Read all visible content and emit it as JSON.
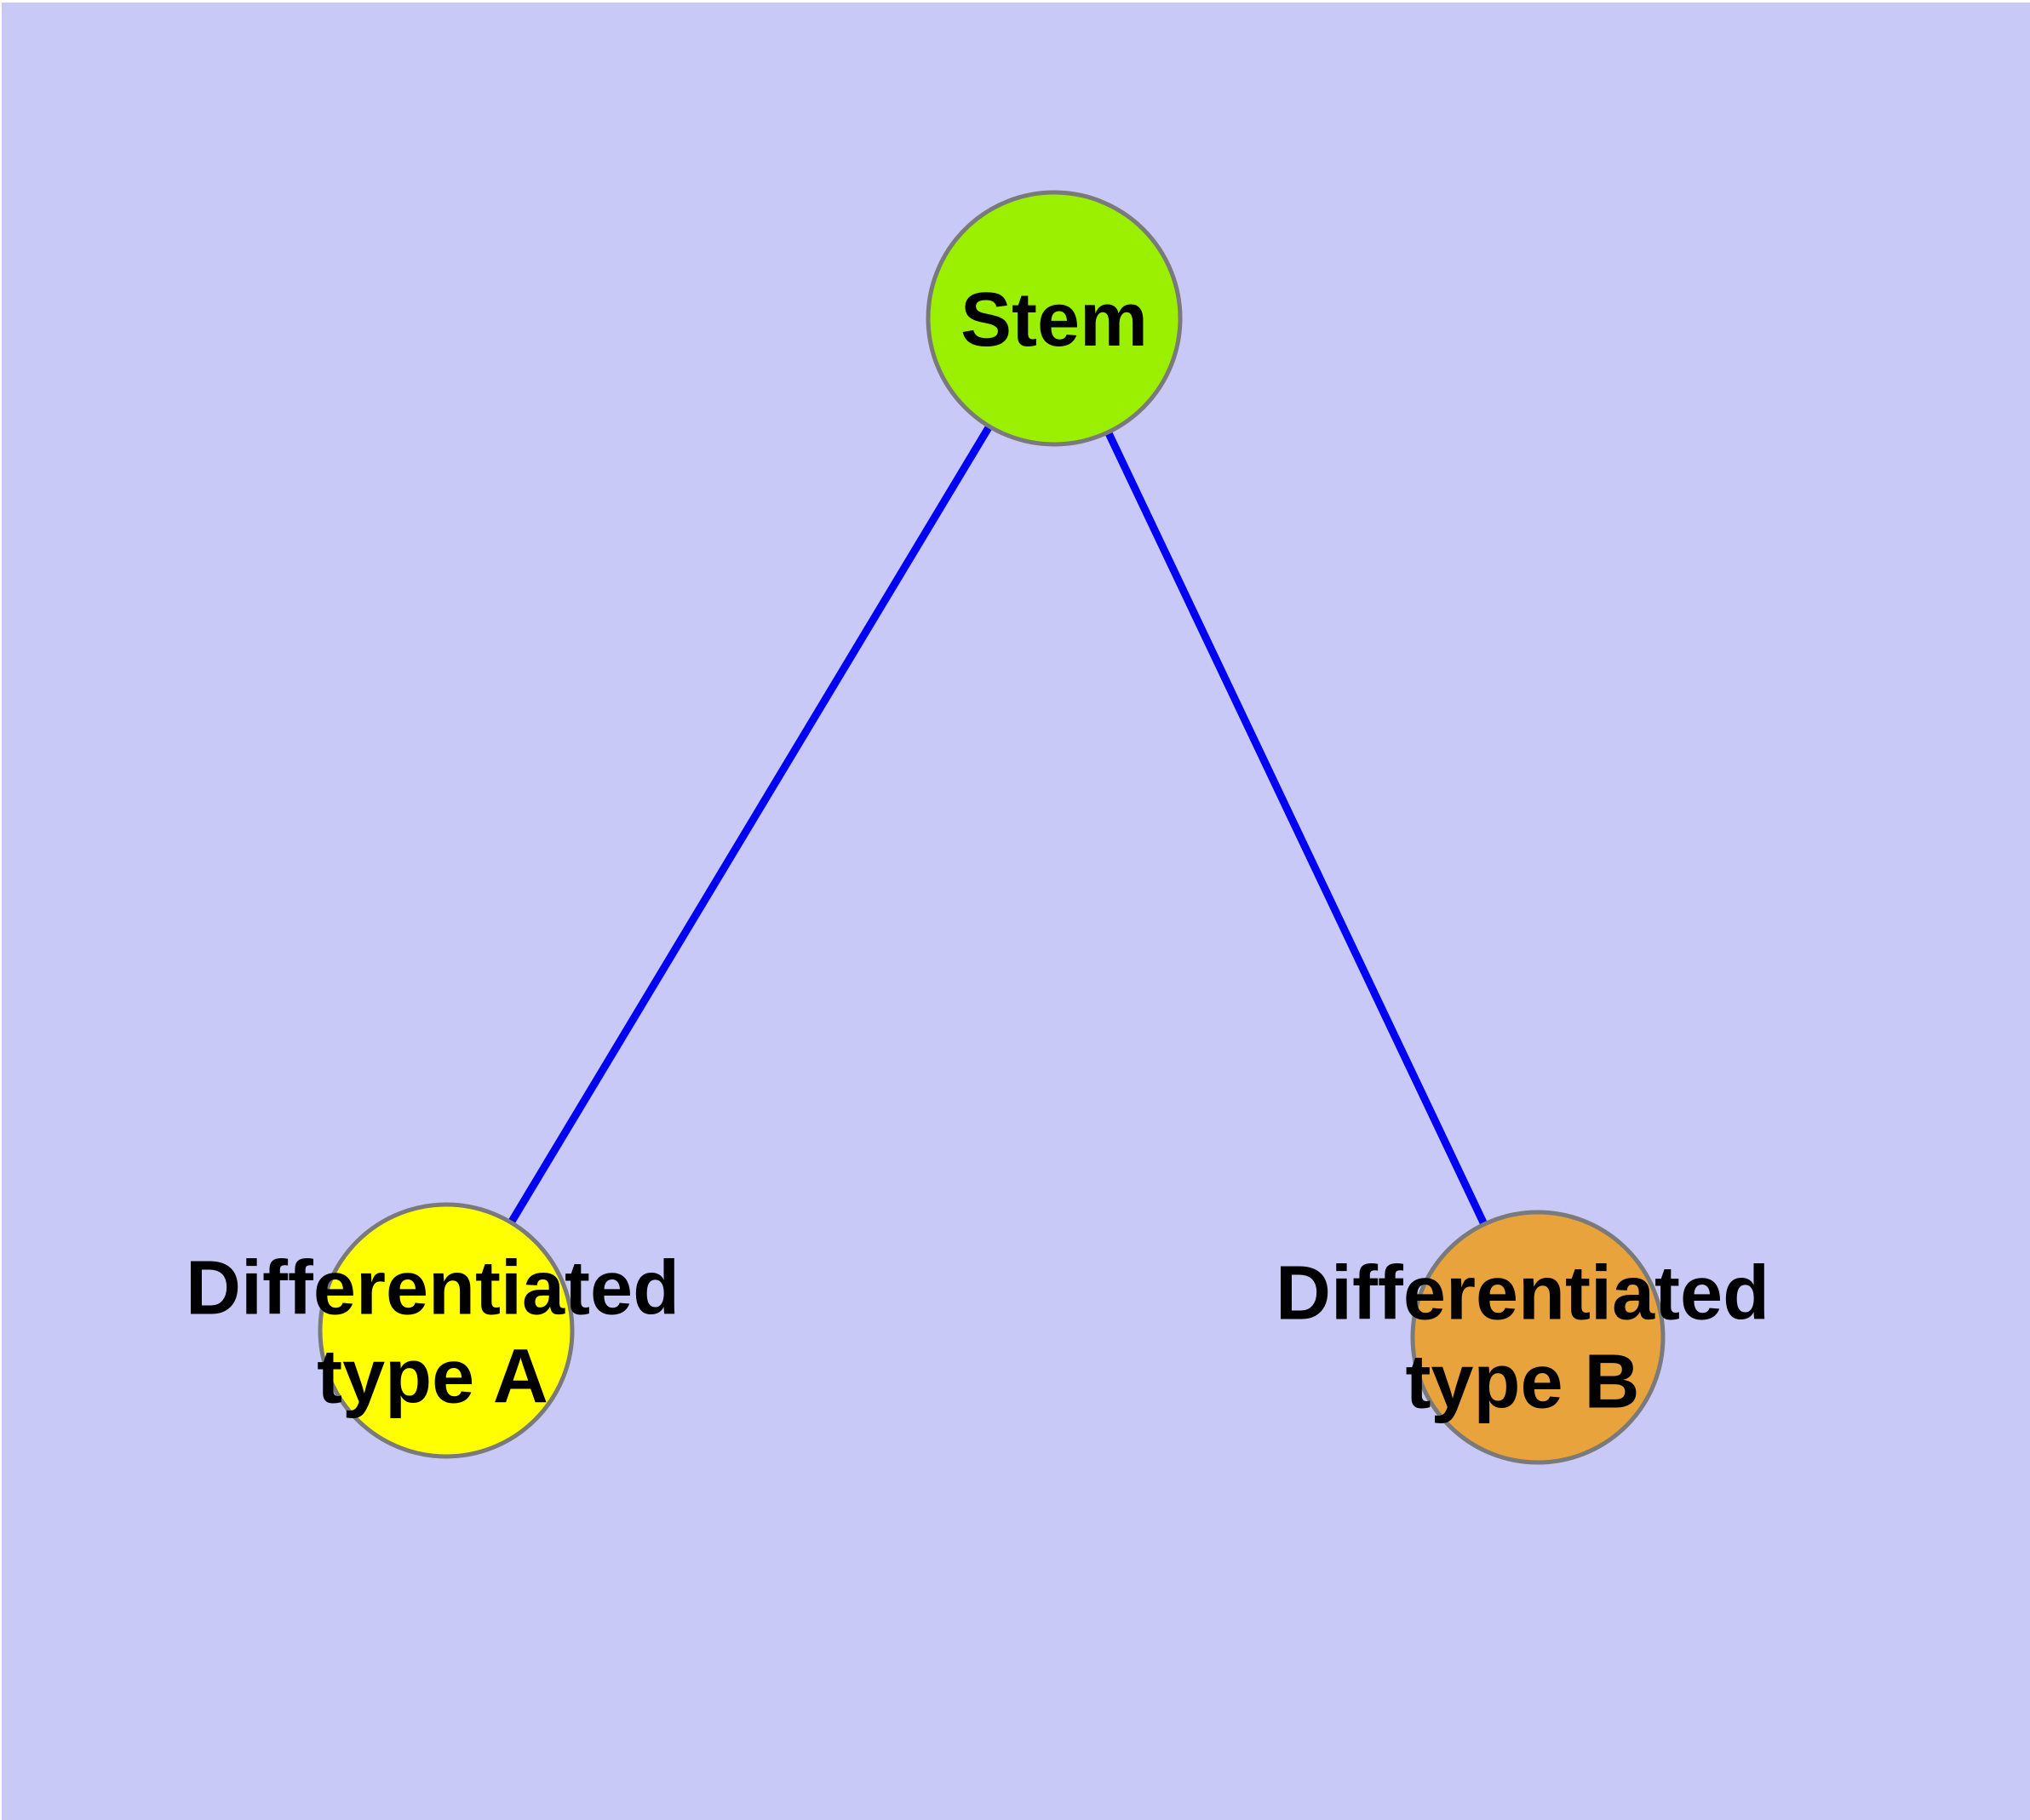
{
  "diagram": {
    "background_color": "#c9c9f8",
    "edge_color": "#0202f2",
    "node_border_color": "#7a7a7a",
    "label_color": "#000000",
    "nodes": [
      {
        "id": "stem",
        "label": "Stem",
        "fill": "#9bef00"
      },
      {
        "id": "differentiated-type-a",
        "label": "Differentiated\ntype A",
        "fill": "#ffff00"
      },
      {
        "id": "differentiated-type-b",
        "label": "Differentiated\ntype B",
        "fill": "#e8a33c"
      }
    ],
    "edges": [
      {
        "from": "stem",
        "to": "differentiated-type-a"
      },
      {
        "from": "stem",
        "to": "differentiated-type-b"
      }
    ]
  }
}
